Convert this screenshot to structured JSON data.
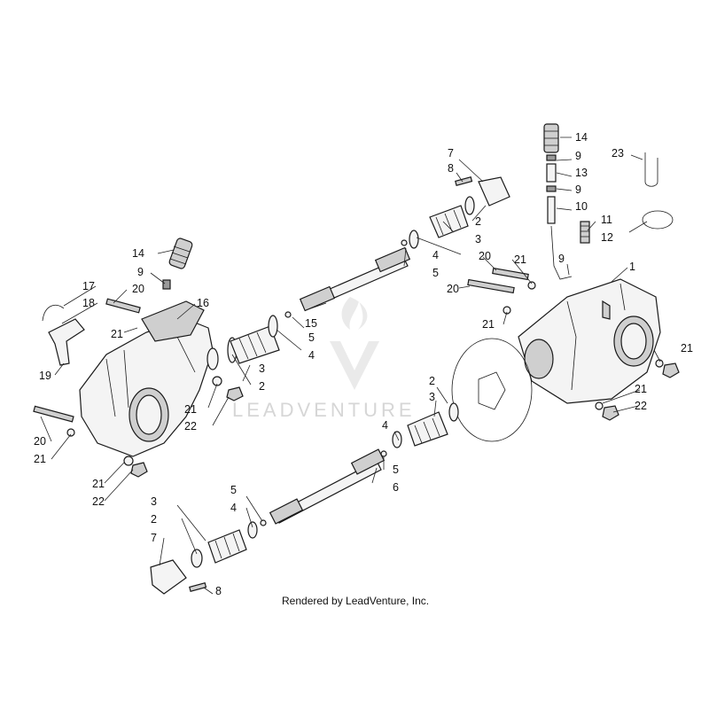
{
  "callouts": {
    "c1": "1",
    "c2a": "2",
    "c2b": "2",
    "c2c": "2",
    "c2d": "2",
    "c3a": "3",
    "c3b": "3",
    "c3c": "3",
    "c3d": "3",
    "c4a": "4",
    "c4b": "4",
    "c4c": "4",
    "c4d": "4",
    "c5a": "5",
    "c5b": "5",
    "c5c": "5",
    "c5d": "5",
    "c6": "6",
    "c7a": "7",
    "c7b": "7",
    "c8a": "8",
    "c8b": "8",
    "c9a": "9",
    "c9b": "9",
    "c9c": "9",
    "c9d": "9",
    "c10": "10",
    "c11": "11",
    "c12": "12",
    "c13": "13",
    "c14a": "14",
    "c14b": "14",
    "c15": "15",
    "c16": "16",
    "c17": "17",
    "c18": "18",
    "c19": "19",
    "c20a": "20",
    "c20b": "20",
    "c20c": "20",
    "c20d": "20",
    "c21a": "21",
    "c21b": "21",
    "c21c": "21",
    "c21d": "21",
    "c21e": "21",
    "c21f": "21",
    "c21g": "21",
    "c21h": "21",
    "c22a": "22",
    "c22b": "22",
    "c22c": "22",
    "c23": "23"
  },
  "watermark": "LEADVENTURE",
  "credit": "Rendered by LeadVenture, Inc."
}
